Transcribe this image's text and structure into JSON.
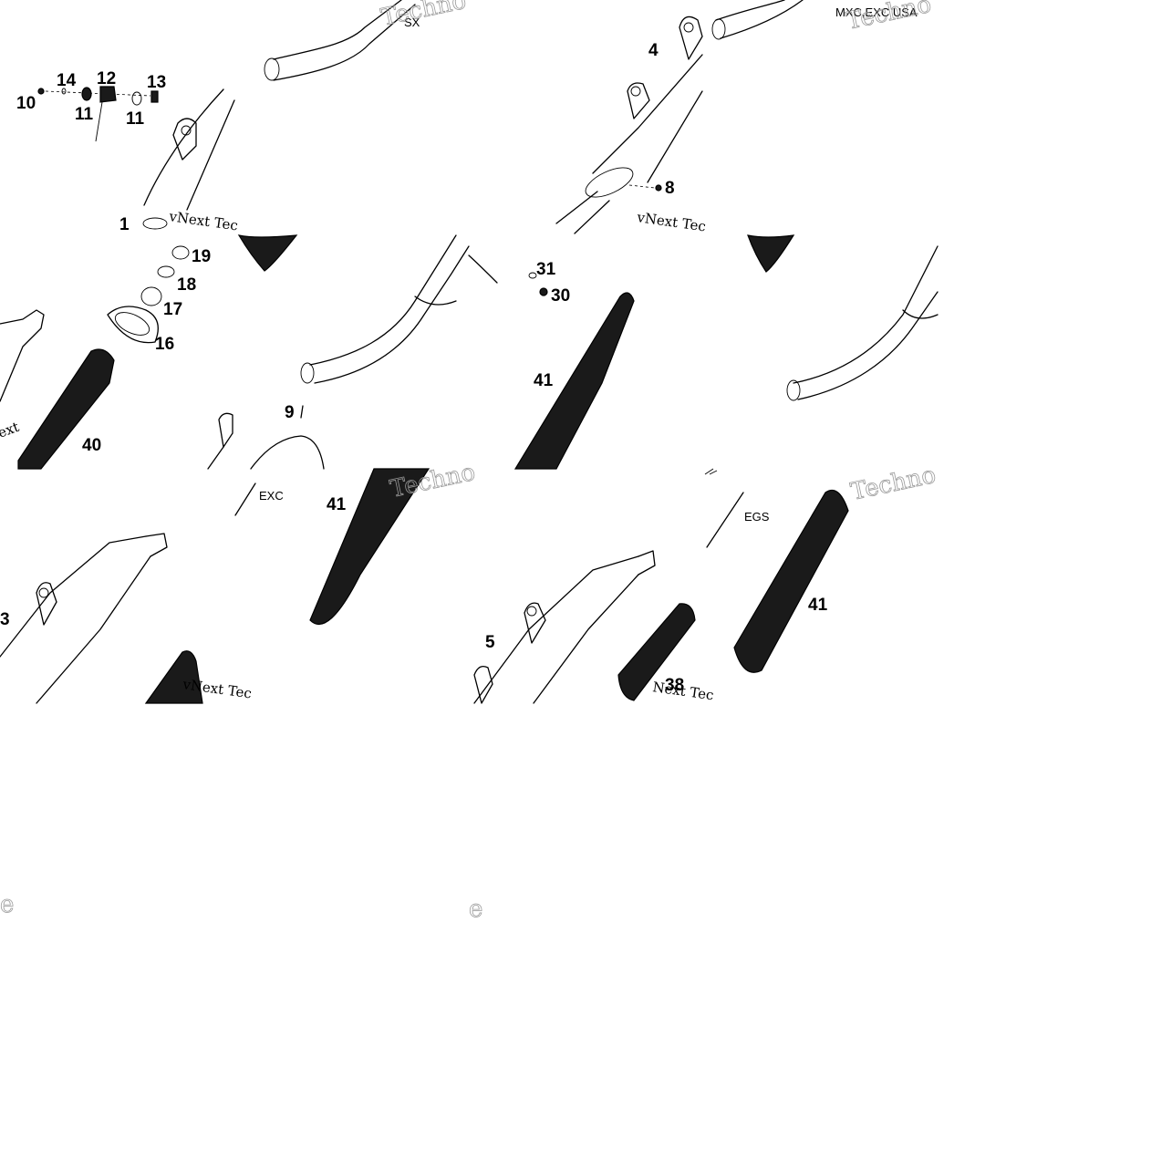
{
  "labels": {
    "p1": "1",
    "p3": "3",
    "p4": "4",
    "p5": "5",
    "p8": "8",
    "p9": "9",
    "p10": "10",
    "p11a": "11",
    "p11b": "11",
    "p12": "12",
    "p13": "13",
    "p14": "14",
    "p16": "16",
    "p17": "17",
    "p18": "18",
    "p19": "19",
    "p30": "30",
    "p31": "31",
    "p38": "38",
    "p40": "40",
    "p41a": "41",
    "p41b": "41",
    "p41c": "41"
  },
  "variants": {
    "sx": "SX",
    "mxc": "MXC,EXC USA",
    "exc": "EXC",
    "egs": "EGS"
  },
  "watermarks": {
    "vnext_tec": "vNext Tec",
    "techno": "Techno",
    "next": "Next",
    "ext": "ext",
    "nexttec": "Next Tec",
    "e": "e"
  },
  "colors": {
    "ink": "#000000",
    "paper": "#ffffff",
    "watermark": "#9a9a9a"
  }
}
